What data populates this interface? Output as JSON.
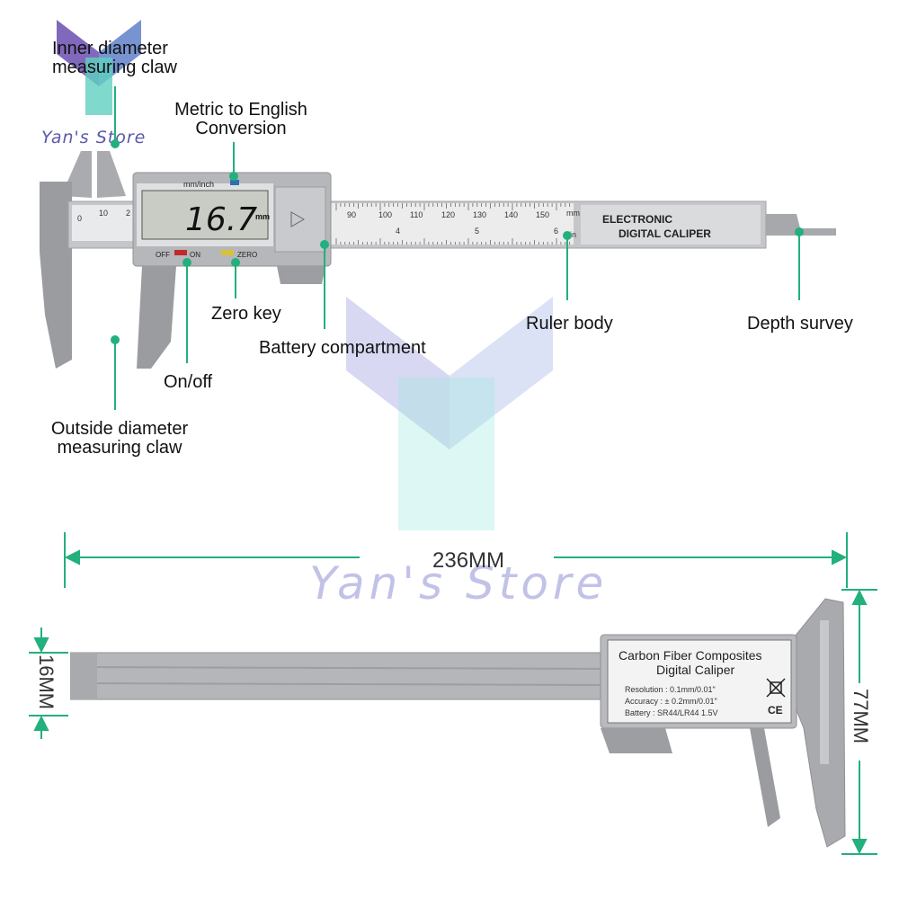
{
  "brand": {
    "name": "Yan's Store"
  },
  "labels": {
    "inner_claw": [
      "Inner diameter",
      "measuring claw"
    ],
    "metric_conversion": [
      "Metric to English",
      "Conversion"
    ],
    "zero_key": "Zero key",
    "battery": "Battery compartment",
    "ruler_body": "Ruler body",
    "depth_survey": "Depth survey",
    "on_off": "On/off",
    "outside_claw": [
      "Outside diameter",
      "measuring claw"
    ]
  },
  "dimensions": {
    "length": "236MM",
    "width": "16MM",
    "height": "77MM"
  },
  "caliper": {
    "lcd_value": "16.7",
    "lcd_unit": "mm",
    "unit_button": "mm/inch",
    "off_label": "OFF",
    "on_label": "ON",
    "zero_label": "ZERO",
    "scale_mm_unit": "mm",
    "scale_in_unit": "in",
    "left_scale_ticks": [
      "0",
      "10",
      "2"
    ],
    "mm_ticks": [
      "90",
      "100",
      "110",
      "120",
      "130",
      "140",
      "150"
    ],
    "inch_ticks": [
      "4",
      "5",
      "6"
    ],
    "body_title": [
      "ELECTRONIC",
      "DIGITAL CALIPER"
    ]
  },
  "back_label": {
    "title": [
      "Carbon Fiber Composites",
      "Digital  Caliper"
    ],
    "resolution": "Resolution : 0.1mm/0.01\"",
    "accuracy": "Accuracy : ± 0.2mm/0.01\"",
    "battery": "Battery : SR44/LR44 1.5V",
    "ce": "CE"
  },
  "colors": {
    "accent": "#22b07d",
    "caliper_body": "#b7b9bc",
    "caliper_dark": "#8e9093",
    "lcd": "#c9ccc4",
    "watermark": "#7878cd"
  }
}
